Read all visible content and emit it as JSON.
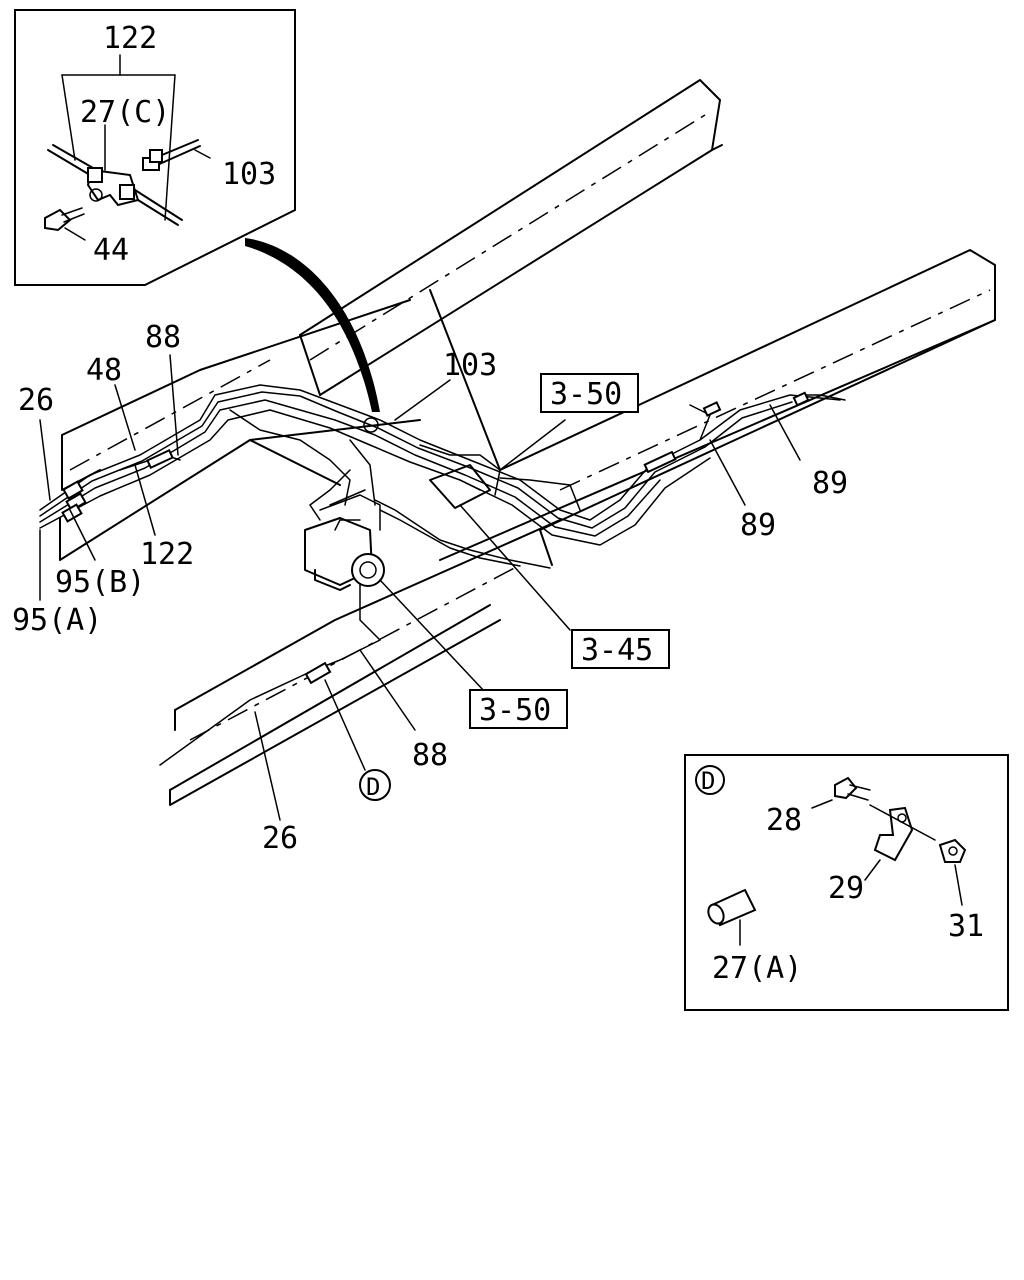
{
  "inset_top_left": {
    "labels": {
      "hose_set": "122",
      "clip": "27(C)",
      "pipe": "103",
      "bolt": "44"
    }
  },
  "main": {
    "labels": {
      "pipe_26_left": "26",
      "pipe_48": "48",
      "pipe_88_top": "88",
      "pipe_103": "103",
      "ref_3_50_top": "3-50",
      "pipe_89_right": "89",
      "pipe_89_mid": "89",
      "pipe_122": "122",
      "pipe_95b": "95(B)",
      "pipe_95a": "95(A)",
      "ref_3_45": "3-45",
      "ref_3_50_bottom": "3-50",
      "pipe_88_bottom": "88",
      "detail_d_marker": "D",
      "pipe_26_bottom": "26"
    }
  },
  "inset_detail_d": {
    "labels": {
      "marker": "D",
      "bolt": "28",
      "clip": "29",
      "nut": "31",
      "sleeve": "27(A)"
    }
  }
}
